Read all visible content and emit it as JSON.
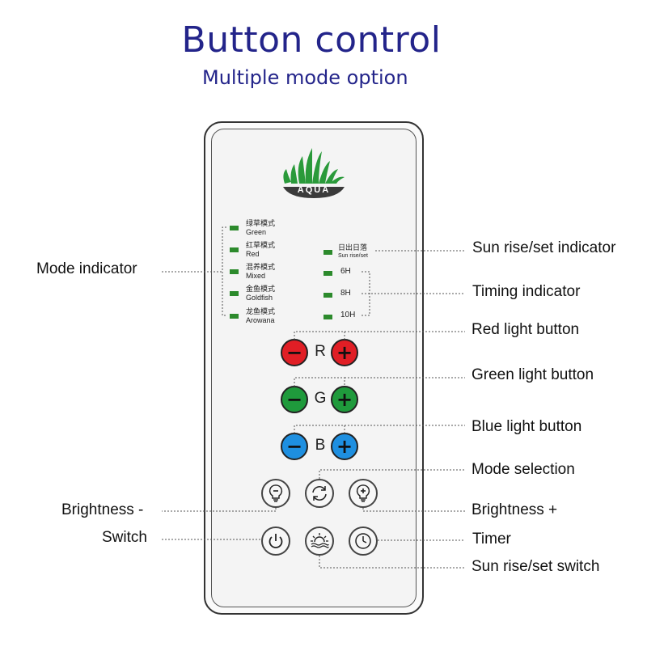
{
  "header": {
    "title": "Button control",
    "subtitle": "Multiple mode option"
  },
  "logo": {
    "text": "AQUA",
    "icon": "grass-icon"
  },
  "modes": [
    {
      "cn": "绿草模式",
      "en": "Green"
    },
    {
      "cn": "红草模式",
      "en": "Red"
    },
    {
      "cn": "混养模式",
      "en": "Mixed"
    },
    {
      "cn": "金鱼模式",
      "en": "Goldfish"
    },
    {
      "cn": "龙鱼模式",
      "en": "Arowana"
    }
  ],
  "sunrise": {
    "cn": "日出日落",
    "en": "Sun rise/set"
  },
  "timers": [
    "6H",
    "8H",
    "10H"
  ],
  "rgb": [
    {
      "letter": "R",
      "color": "#e01e25",
      "minus": "−",
      "plus": "+"
    },
    {
      "letter": "G",
      "color": "#1f9a3c",
      "minus": "−",
      "plus": "+"
    },
    {
      "letter": "B",
      "color": "#1e8fe0",
      "minus": "−",
      "plus": "+"
    }
  ],
  "colors": {
    "title": "#23248a",
    "led": "#2c8a2c"
  },
  "callouts": {
    "mode_indicator": "Mode indicator",
    "sunrise_indicator": "Sun rise/set indicator",
    "timing_indicator": "Timing indicator",
    "red_button": "Red light button",
    "green_button": "Green light button",
    "blue_button": "Blue light button",
    "mode_selection": "Mode selection",
    "brightness_minus": "Brightness -",
    "brightness_plus": "Brightness +",
    "switch": "Switch",
    "timer": "Timer",
    "sunrise_switch": "Sun rise/set switch"
  }
}
